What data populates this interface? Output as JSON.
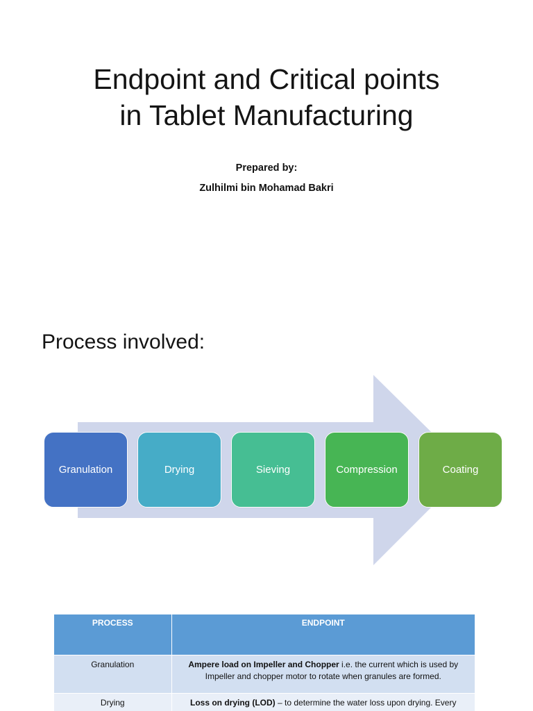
{
  "slide1": {
    "title_line1": "Endpoint and Critical points",
    "title_line2": "in Tablet Manufacturing",
    "prepared_label": "Prepared by:",
    "author": "Zulhilmi bin Mohamad Bakri"
  },
  "slide2": {
    "heading": "Process involved:",
    "arrow_color": "#cfd6eb",
    "steps": [
      {
        "label": "Granulation",
        "color": "#4472c4"
      },
      {
        "label": "Drying",
        "color": "#46acc7"
      },
      {
        "label": "Sieving",
        "color": "#46be93"
      },
      {
        "label": "Compression",
        "color": "#47b554"
      },
      {
        "label": "Coating",
        "color": "#6eac47"
      }
    ]
  },
  "table": {
    "headers": [
      "PROCESS",
      "ENDPOINT"
    ],
    "rows": [
      {
        "process": "Granulation",
        "endpoint_bold": "Ampere load on Impeller and Chopper",
        "endpoint_rest": " i.e. the current which is used by Impeller and chopper motor to rotate when granules are formed."
      },
      {
        "process": "Drying",
        "endpoint_bold": "Loss on drying (LOD)",
        "endpoint_rest": " – to determine the water loss upon drying. Every product has their own limit."
      }
    ]
  }
}
